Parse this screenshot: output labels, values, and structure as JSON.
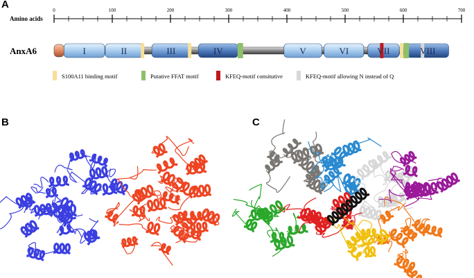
{
  "panels": {
    "a": "A",
    "b": "B",
    "c": "C"
  },
  "axis": {
    "label": "Amino acids",
    "range": [
      0,
      700
    ],
    "ticks": [
      "0",
      "100",
      "200",
      "300",
      "400",
      "500",
      "600",
      "700"
    ],
    "minor_step": 25
  },
  "protein": {
    "name": "AnxA6",
    "domains": [
      {
        "label": "I",
        "start": 17,
        "end": 87,
        "shade": "light"
      },
      {
        "label": "II",
        "start": 88,
        "end": 152,
        "shade": "light"
      },
      {
        "label": "III",
        "start": 168,
        "end": 234,
        "shade": "mid"
      },
      {
        "label": "IV",
        "start": 248,
        "end": 316,
        "shade": "dark"
      },
      {
        "label": "V",
        "start": 395,
        "end": 460,
        "shade": "light"
      },
      {
        "label": "VI",
        "start": 464,
        "end": 532,
        "shade": "light"
      },
      {
        "label": "VII",
        "start": 539,
        "end": 593,
        "shade": "mid"
      },
      {
        "label": "VIII",
        "start": 606,
        "end": 678,
        "shade": "dark"
      }
    ],
    "nterm": {
      "start": 0,
      "end": 17,
      "color": "#e09070"
    },
    "motifs": [
      {
        "type": "s100",
        "pos": 152
      },
      {
        "type": "s100",
        "pos": 233
      },
      {
        "type": "ffat",
        "pos": 320
      },
      {
        "type": "kfeq",
        "pos": 563
      },
      {
        "type": "s100",
        "pos": 597
      },
      {
        "type": "ffat",
        "pos": 605
      },
      {
        "type": "kfeqn",
        "pos": 633
      }
    ]
  },
  "legend": [
    {
      "key": "s100",
      "label": "S100A11 binding motif",
      "color": "#f7e09a"
    },
    {
      "key": "ffat",
      "label": "Putative FFAT motif",
      "color": "#8fbf6a"
    },
    {
      "key": "kfeq",
      "label": "KFEQ-motif consitutive",
      "color": "#c0181a"
    },
    {
      "key": "kfeqn",
      "label": "KFEQ-motif allowing N instead of Q",
      "color": "#d8d8d8"
    }
  ],
  "structure_colors": {
    "b": [
      "#3b3fe0",
      "#ee4422"
    ],
    "c": [
      "#7a7672",
      "#2a8ad0",
      "#d8d8d8",
      "#9a1a9a",
      "#2aa82a",
      "#e02020",
      "#111111",
      "#f0c010",
      "#f07818"
    ]
  }
}
